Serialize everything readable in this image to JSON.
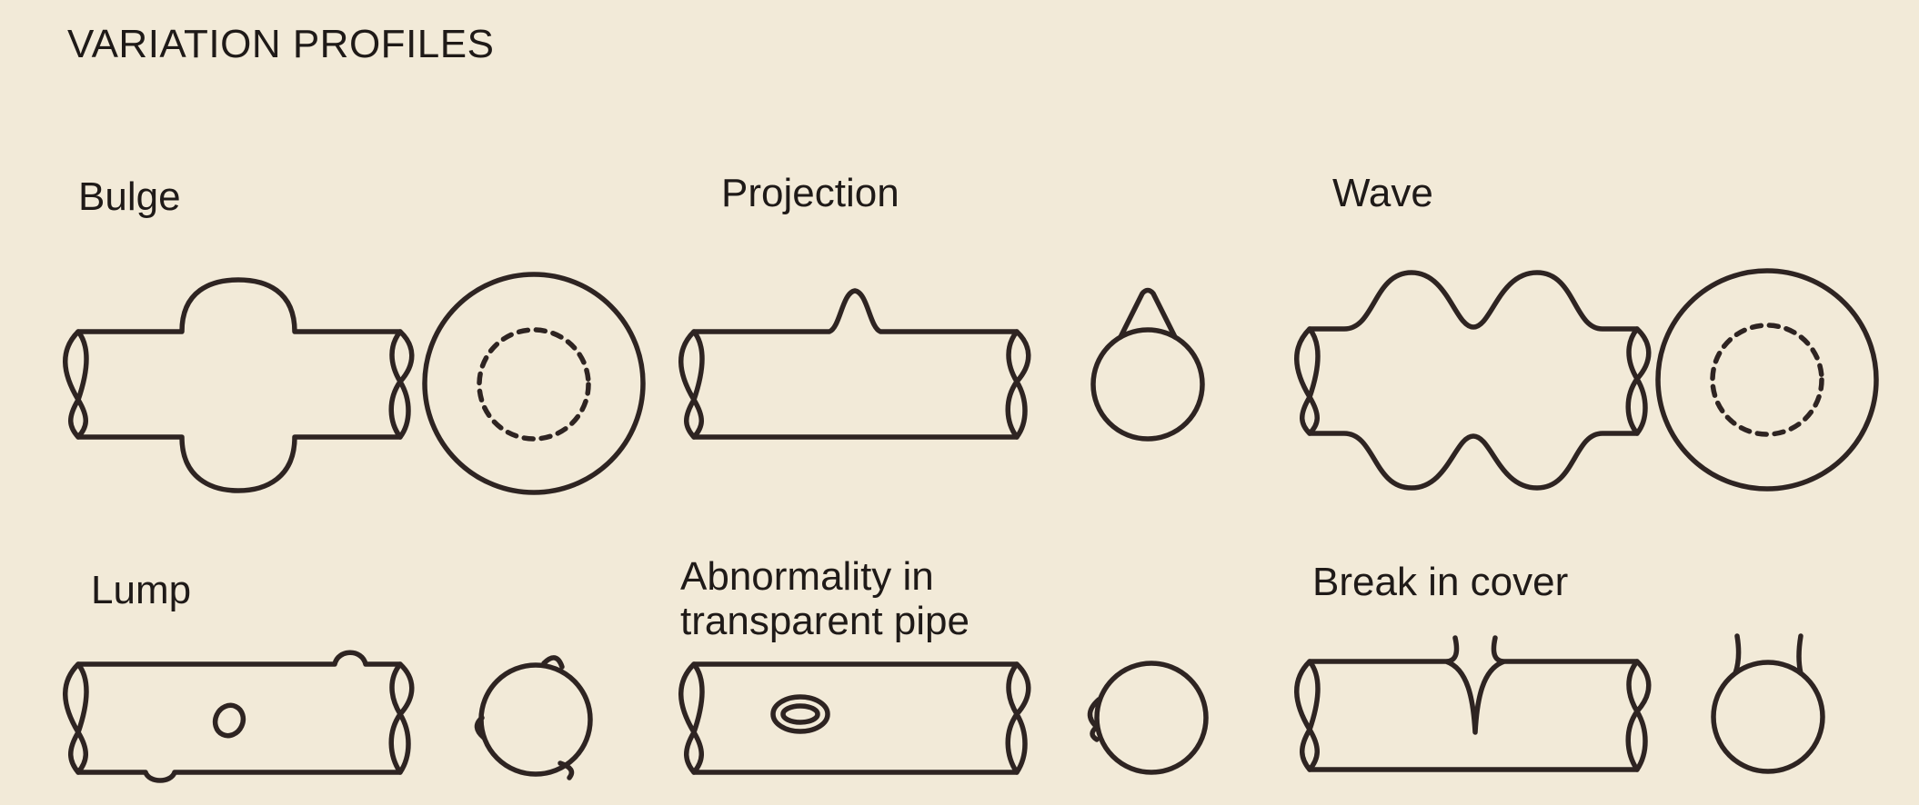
{
  "title": "VARIATION PROFILES",
  "profiles": {
    "bulge": {
      "label": "Bulge"
    },
    "projection": {
      "label": "Projection"
    },
    "wave": {
      "label": "Wave"
    },
    "lump": {
      "label": "Lump"
    },
    "abnormality": {
      "label_line1": "Abnormality in",
      "label_line2": "transparent pipe"
    },
    "break_in_cover": {
      "label": "Break in cover"
    }
  },
  "colors": {
    "background": "#f2ead8",
    "ink": "#2e2422",
    "text": "#1f1a18"
  }
}
